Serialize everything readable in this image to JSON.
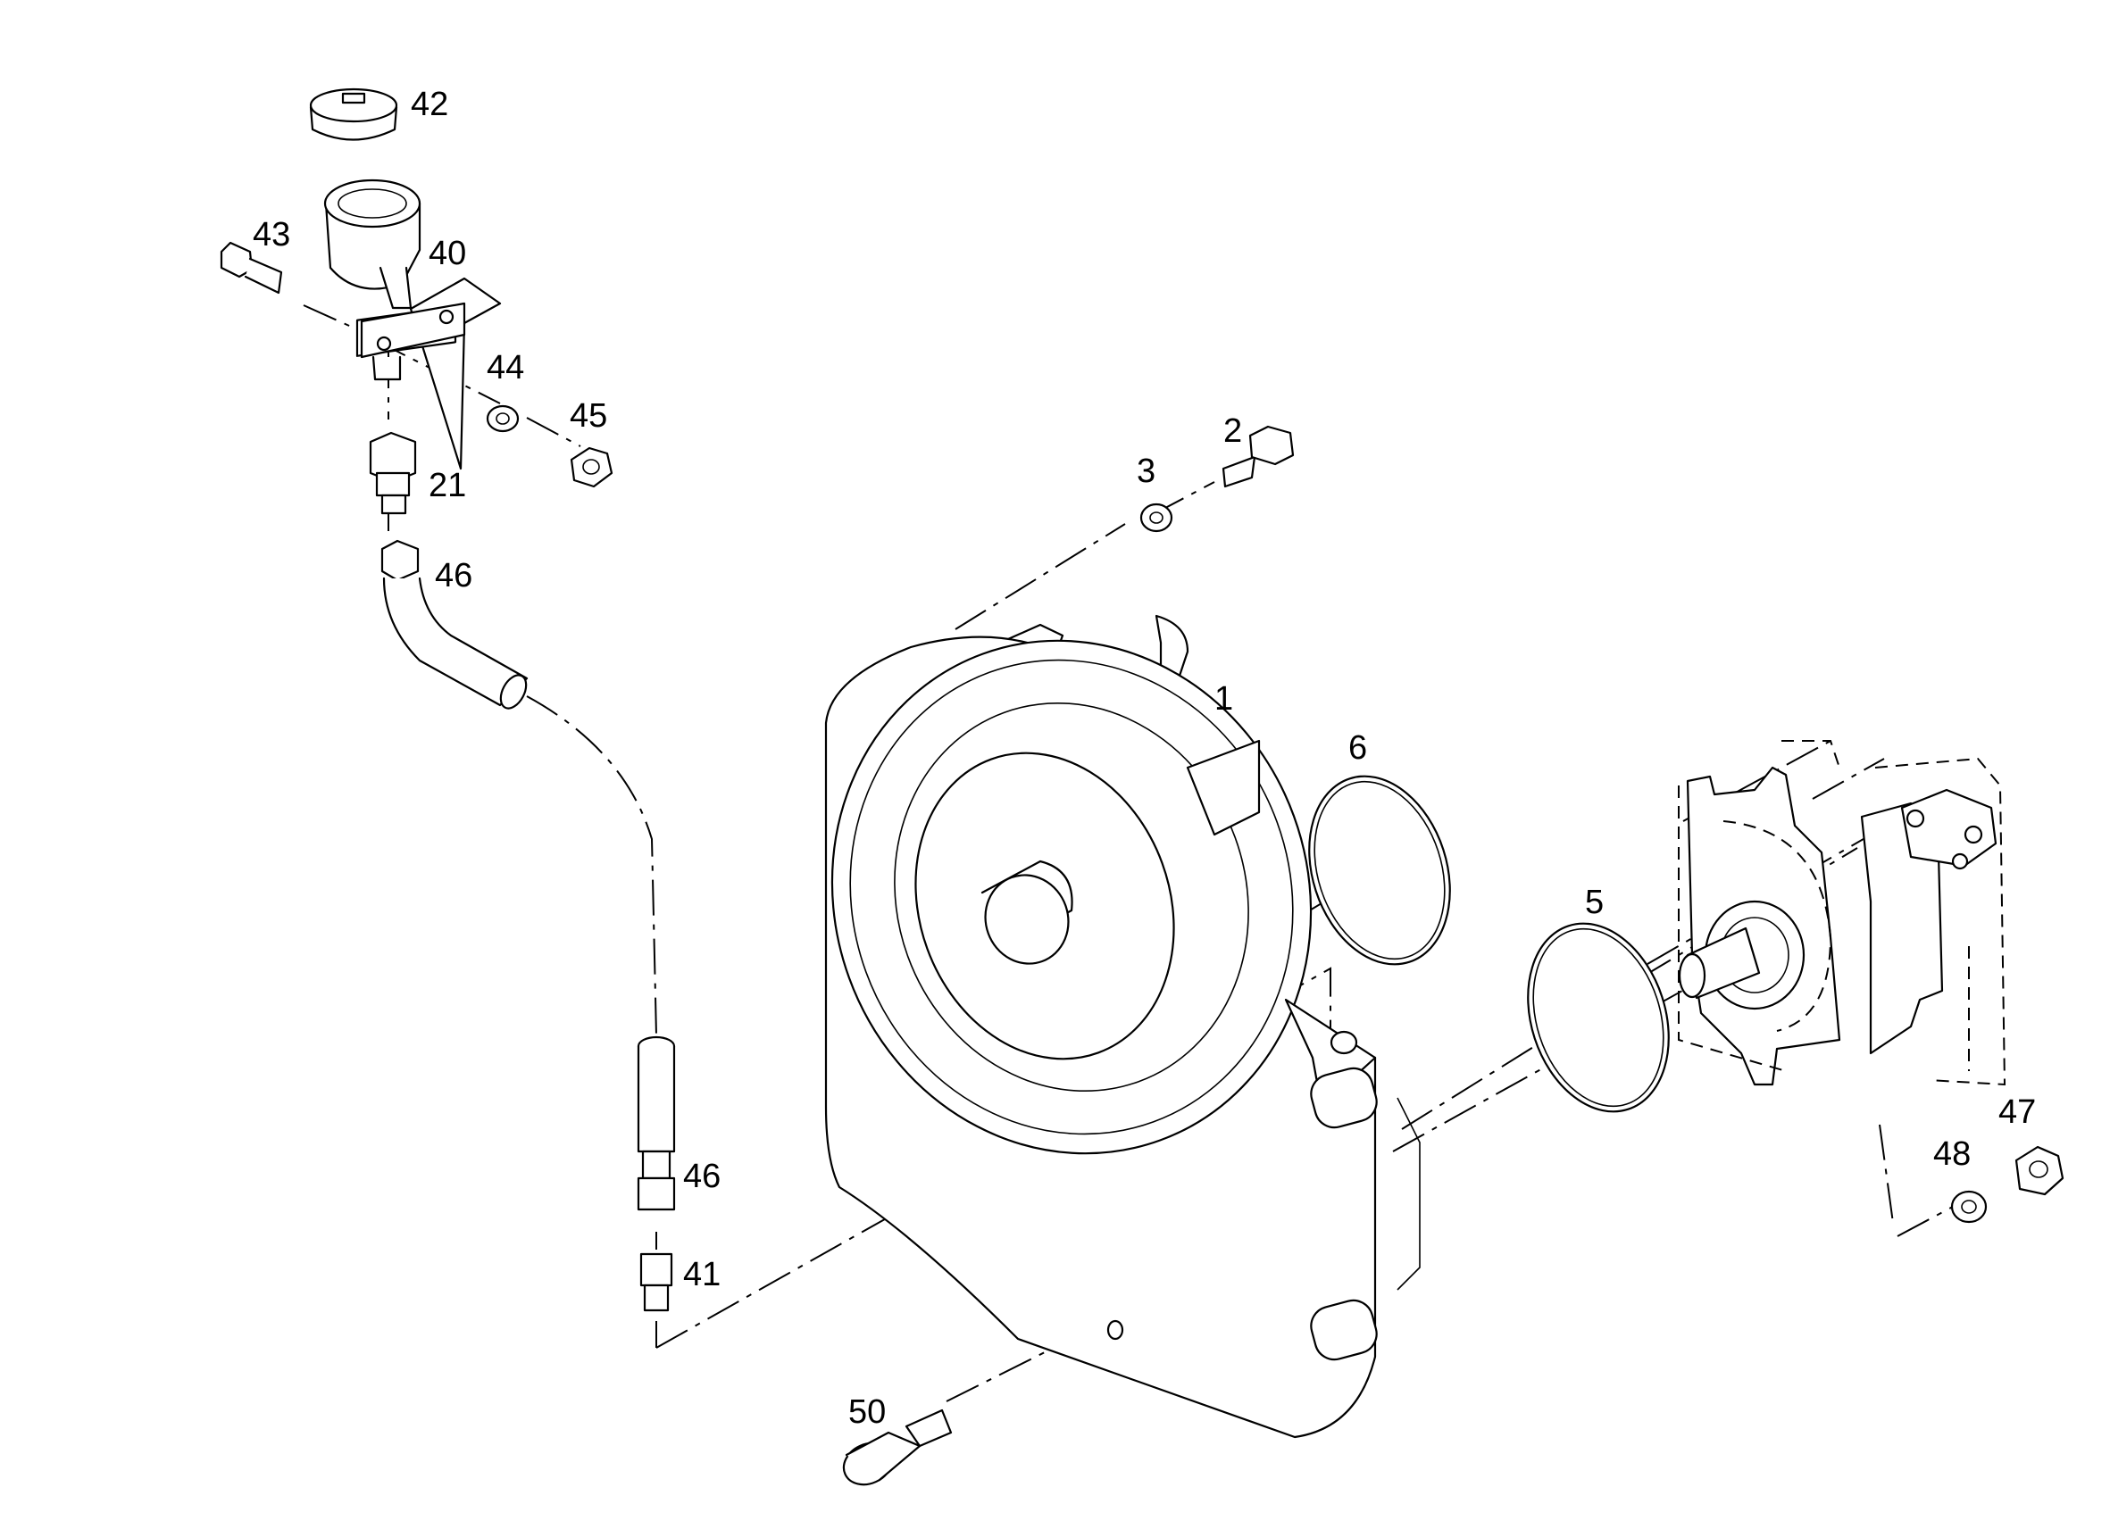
{
  "diagram": {
    "callouts": {
      "c1": "1",
      "c2": "2",
      "c3": "3",
      "c5": "5",
      "c6": "6",
      "c21": "21",
      "c40": "40",
      "c41": "41",
      "c42": "42",
      "c43": "43",
      "c44": "44",
      "c45": "45",
      "c46a": "46",
      "c46b": "46",
      "c47": "47",
      "c48": "48",
      "c50": "50"
    }
  }
}
